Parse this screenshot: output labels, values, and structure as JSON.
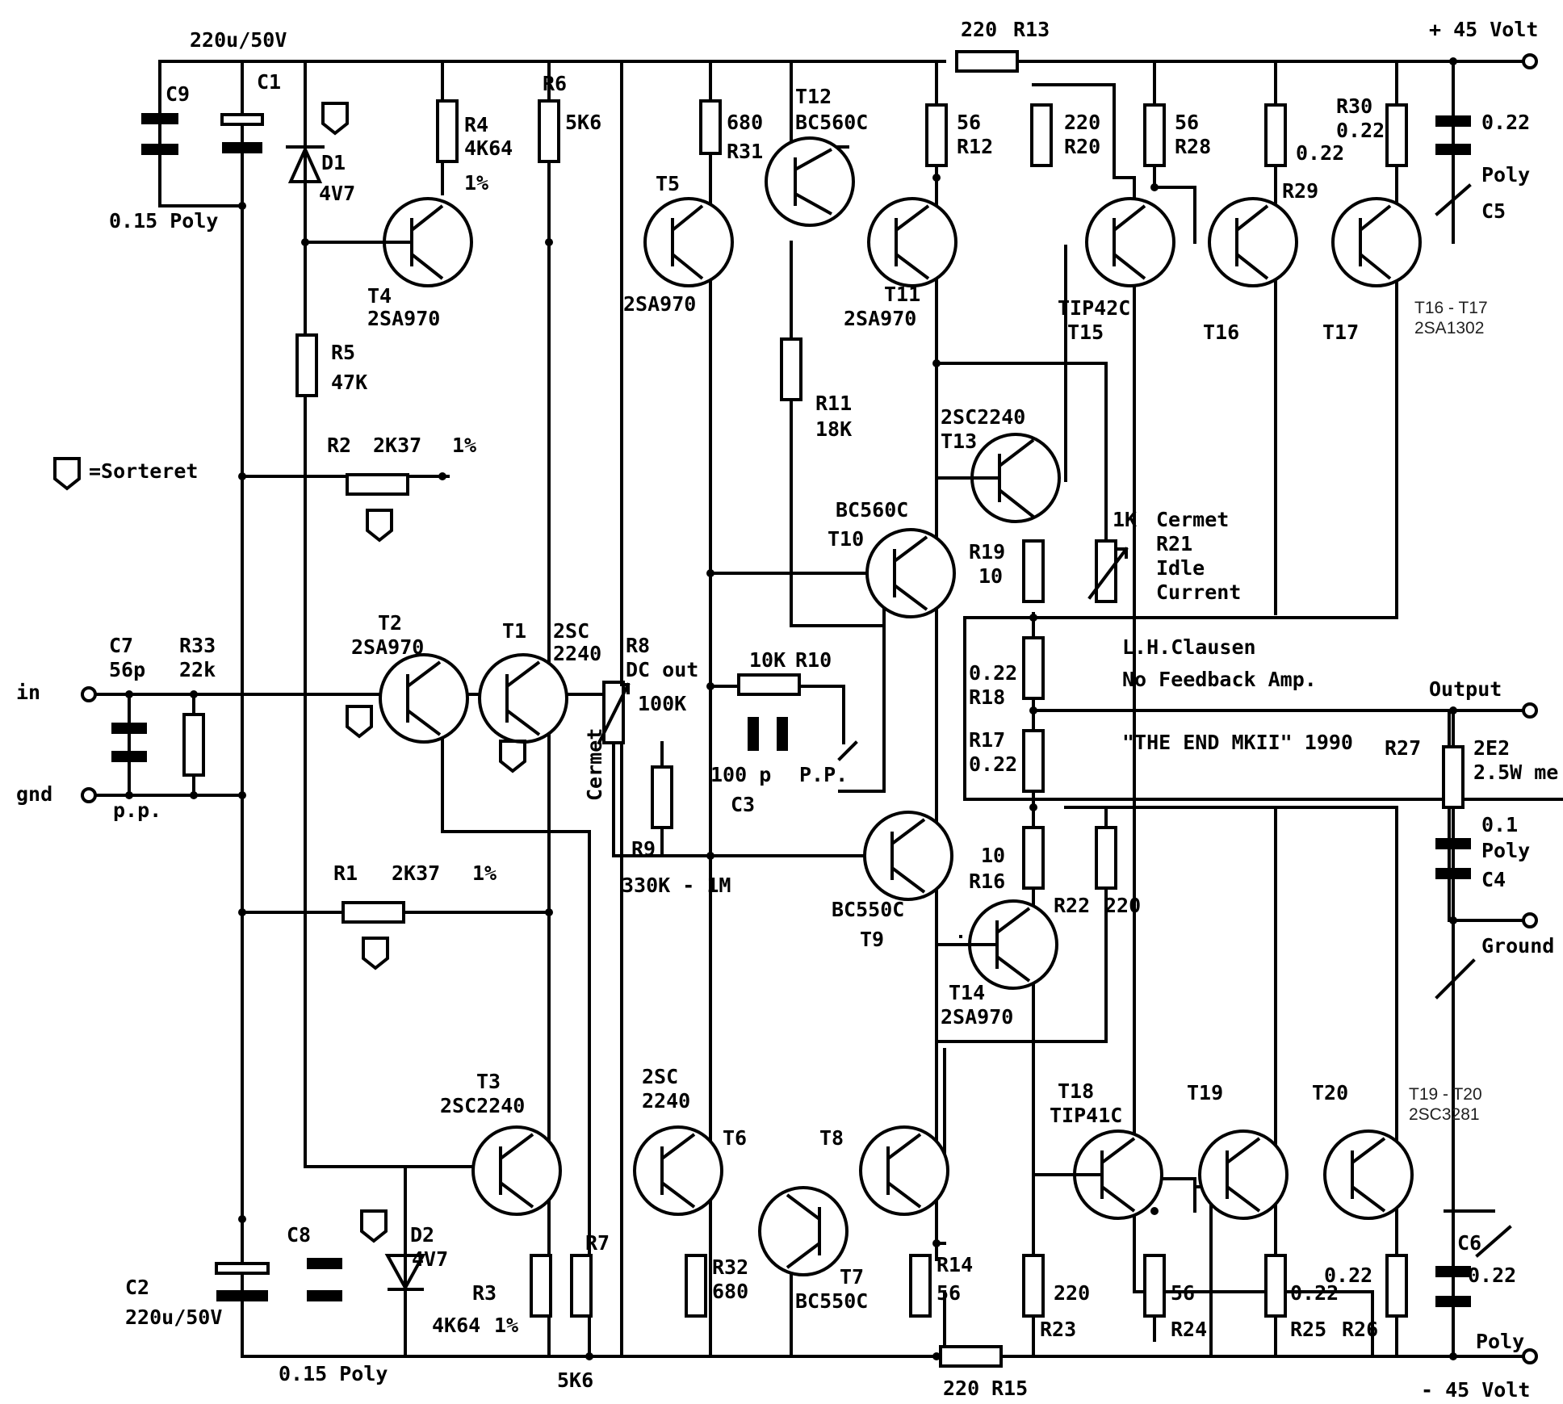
{
  "rails": {
    "pos": "+ 45 Volt",
    "neg": "- 45 Volt"
  },
  "io": {
    "in": "in",
    "gnd": "gnd",
    "output": "Output",
    "ground": "Ground"
  },
  "notes": {
    "sorteret": "=Sorteret",
    "author": "L.H.Clausen",
    "desc": "No Feedback Amp.",
    "name": "\"THE END MKII\" 1990",
    "t16_17": "T16 - T17",
    "t16_17_type": "2SA1302",
    "t19_20": "T19 - T20",
    "t19_20_type": "2SC3281",
    "idle": [
      "Cermet",
      "R21",
      "Idle",
      "Current"
    ],
    "pp": "p.p."
  },
  "parts": {
    "C9": {
      "name": "C9",
      "value": "0.15 Poly"
    },
    "C1": {
      "name": "C1",
      "value": "220u/50V"
    },
    "D1": {
      "name": "D1",
      "value": "4V7"
    },
    "R4": {
      "name": "R4",
      "value": "4K64",
      "tol": "1%"
    },
    "T4": {
      "name": "T4",
      "type": "2SA970"
    },
    "R6": {
      "name": "R6",
      "value": "5K6"
    },
    "R5": {
      "name": "R5",
      "value": "47K"
    },
    "R2": {
      "name": "R2",
      "value": "2K37",
      "tol": "1%"
    },
    "R31": {
      "name": "R31",
      "value": "680"
    },
    "T5": {
      "name": "T5",
      "type": "2SA970"
    },
    "T12": {
      "name": "T12",
      "type": "BC560C"
    },
    "R13": {
      "name": "R13",
      "value": "220"
    },
    "R12": {
      "name": "R12",
      "value": "56"
    },
    "T11": {
      "name": "T11",
      "type": "2SA970"
    },
    "R20": {
      "name": "R20",
      "value": "220"
    },
    "R28": {
      "name": "R28",
      "value": "56"
    },
    "R29": {
      "name": "R29",
      "value": "0.22"
    },
    "R30": {
      "name": "R30",
      "value": "0.22"
    },
    "C5": {
      "name": "C5",
      "value": "0.22",
      "kind": "Poly"
    },
    "T15": {
      "name": "T15",
      "type": "TIP42C"
    },
    "T16": {
      "name": "T16"
    },
    "T17": {
      "name": "T17"
    },
    "R11": {
      "name": "R11",
      "value": "18K"
    },
    "T13": {
      "name": "T13",
      "type": "2SC2240"
    },
    "T10": {
      "name": "T10",
      "type": "BC560C"
    },
    "R19": {
      "name": "R19",
      "value": "10"
    },
    "R21": {
      "value": "1K"
    },
    "T2": {
      "name": "T2",
      "type": "2SA970"
    },
    "T1": {
      "name": "T1",
      "type": "2SC",
      "type2": "2240"
    },
    "C7": {
      "name": "C7",
      "value": "56p"
    },
    "R33": {
      "name": "R33",
      "value": "22k"
    },
    "R8": {
      "name": "R8",
      "label": "DC out",
      "value": "100K",
      "kind": "Cermet"
    },
    "R10": {
      "name": "R10",
      "value": "10K"
    },
    "C3": {
      "name": "C3",
      "value": "100 p",
      "kind": "P.P."
    },
    "R9": {
      "name": "R9",
      "value": "330K - 1M"
    },
    "R18": {
      "name": "R18",
      "value": "0.22"
    },
    "R17": {
      "name": "R17",
      "value": "0.22"
    },
    "R27": {
      "name": "R27",
      "value": "2E2",
      "power": "2.5W me"
    },
    "C4": {
      "name": "C4",
      "value": "0.1",
      "kind": "Poly"
    },
    "R1": {
      "name": "R1",
      "value": "2K37",
      "tol": "1%"
    },
    "T9": {
      "name": "T9",
      "type": "BC550C"
    },
    "R16": {
      "name": "R16",
      "value": "10"
    },
    "R22": {
      "name": "R22",
      "value": "220"
    },
    "T14": {
      "name": "T14",
      "type": "2SA970"
    },
    "T3": {
      "name": "T3",
      "type": "2SC2240"
    },
    "T6": {
      "name": "T6",
      "type": "2SC",
      "type2": "2240"
    },
    "T8": {
      "name": "T8"
    },
    "T7": {
      "name": "T7",
      "type": "BC550C"
    },
    "T18": {
      "name": "T18",
      "type": "TIP41C"
    },
    "T19": {
      "name": "T19"
    },
    "T20": {
      "name": "T20"
    },
    "C2": {
      "name": "C2",
      "value": "220u/50V"
    },
    "C8": {
      "name": "C8",
      "value": "0.15 Poly"
    },
    "D2": {
      "name": "D2",
      "value": "4V7"
    },
    "R3": {
      "name": "R3",
      "value": "4K64",
      "tol": "1%"
    },
    "R7": {
      "name": "R7",
      "value": "5K6"
    },
    "R32": {
      "name": "R32",
      "value": "680"
    },
    "R14": {
      "name": "R14",
      "value": "56"
    },
    "R15": {
      "name": "R15",
      "value": "220"
    },
    "R23": {
      "name": "R23",
      "value": "220"
    },
    "R24": {
      "name": "R24",
      "value": "56"
    },
    "R25": {
      "name": "R25",
      "value": "0.22"
    },
    "R26": {
      "name": "R26",
      "value": "0.22"
    },
    "C6": {
      "name": "C6",
      "value": "0.22",
      "kind": "Poly"
    }
  }
}
